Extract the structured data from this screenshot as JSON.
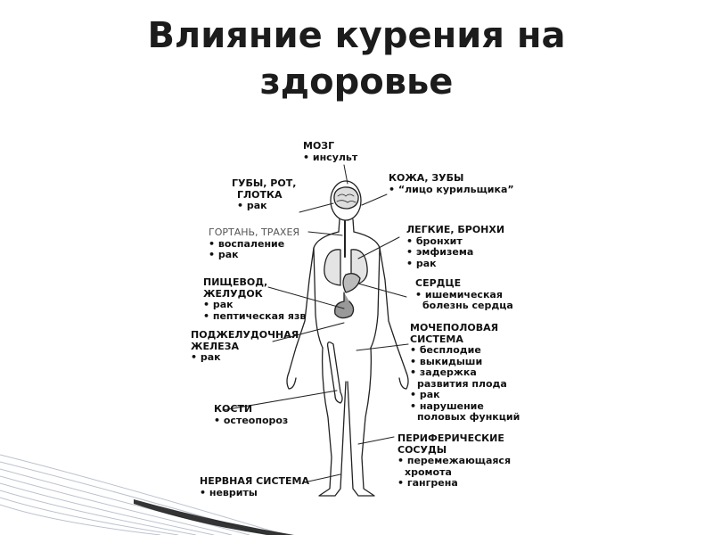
{
  "slide": {
    "title_line1": "Влияние курения на",
    "title_line2": "здоровье"
  },
  "diagram": {
    "brain": {
      "heading": "МОЗГ",
      "items": [
        "инсульт"
      ]
    },
    "lips": {
      "heading1": "ГУБЫ, РОТ,",
      "heading2": "ГЛОТКА",
      "items": [
        "рак"
      ]
    },
    "skin": {
      "heading": "КОЖА, ЗУБЫ",
      "items": [
        "“лицо курильщика”"
      ]
    },
    "larynx": {
      "heading": "ГОРТАНЬ, ТРАХЕЯ",
      "items": [
        "воспаление",
        "рак"
      ]
    },
    "lungs": {
      "heading": "ЛЕГКИЕ, БРОНХИ",
      "items": [
        "бронхит",
        "эмфизема",
        "рак"
      ]
    },
    "esophagus": {
      "heading1": "ПИЩЕВОД,",
      "heading2": "ЖЕЛУДОК",
      "items": [
        "рак",
        "пептическая язв"
      ]
    },
    "heart": {
      "heading": "СЕРДЦЕ",
      "item_line1": "ишемическая",
      "item_line2": "болезнь сердца"
    },
    "pancreas": {
      "heading1": "ПОДЖЕЛУДОЧНАЯ",
      "heading2": "ЖЕЛЕЗА",
      "items": [
        "рак"
      ]
    },
    "urogenital": {
      "heading1": "МОЧЕПОЛОВАЯ",
      "heading2": "СИСТЕМА",
      "item1": "бесплодие",
      "item2": "выкидыши",
      "item3a": "задержка",
      "item3b": "развития плода",
      "item4": "рак",
      "item5a": "нарушение",
      "item5b": "половых функций"
    },
    "bones": {
      "heading": "КОСТИ",
      "items": [
        "остеопороз"
      ]
    },
    "vessels": {
      "heading1": "ПЕРИФЕРИЧЕСКИЕ",
      "heading2": "СОСУДЫ",
      "item1a": "перемежающаяся",
      "item1b": "хромота",
      "item2": "гангрена"
    },
    "nerves": {
      "heading": "НЕРВНАЯ СИСТЕМА",
      "items": [
        "невриты"
      ]
    }
  }
}
